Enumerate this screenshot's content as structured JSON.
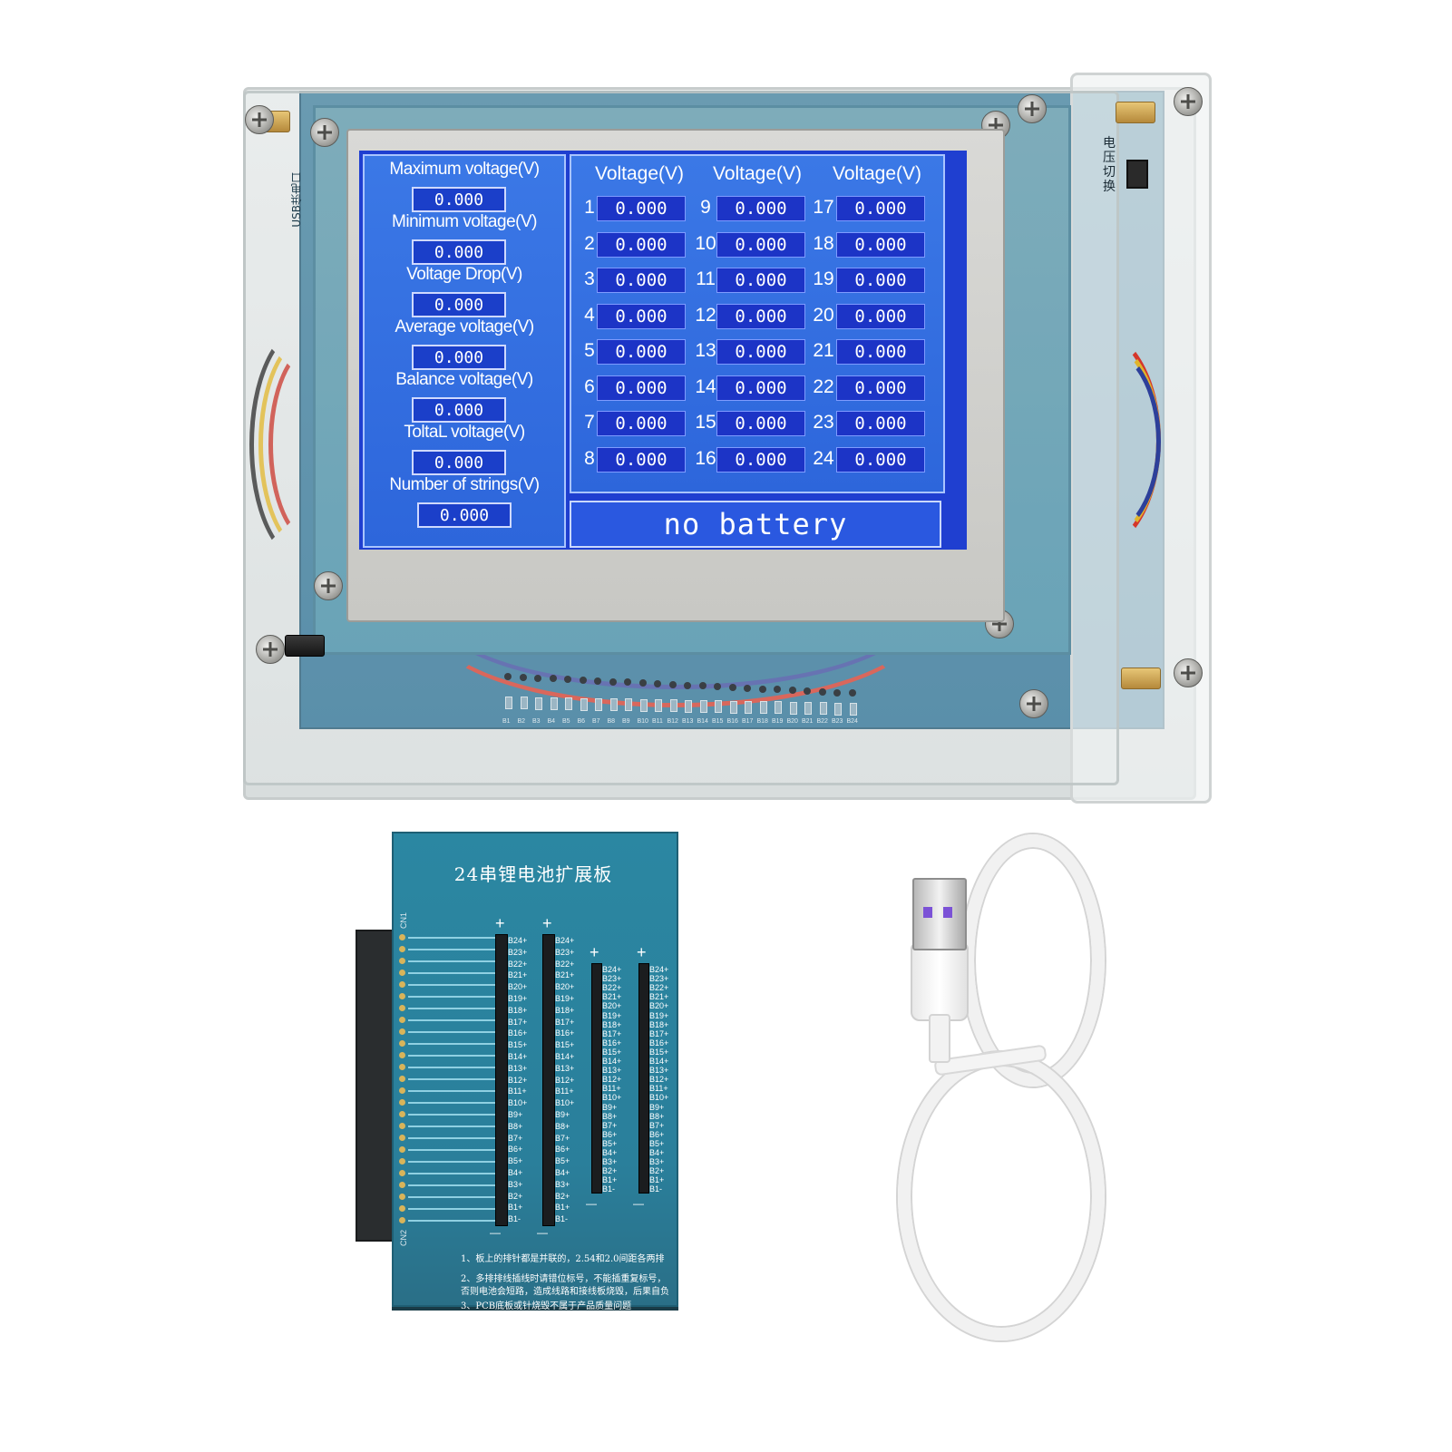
{
  "device": {
    "left_panel": {
      "stats": [
        {
          "label": "Maximum voltage(V)",
          "value": "0.000"
        },
        {
          "label": "Minimum voltage(V)",
          "value": "0.000"
        },
        {
          "label": "Voltage Drop(V)",
          "value": "0.000"
        },
        {
          "label": "Average voltage(V)",
          "value": "0.000"
        },
        {
          "label": "Balance voltage(V)",
          "value": "0.000"
        },
        {
          "label": "ToltaL voltage(V)",
          "value": "0.000"
        },
        {
          "label": "Number of strings(V)",
          "value": "0.000"
        }
      ]
    },
    "cell_panel": {
      "column_headers": [
        "Voltage(V)",
        "Voltage(V)",
        "Voltage(V)"
      ],
      "cells": [
        {
          "n": "1",
          "v": "0.000"
        },
        {
          "n": "2",
          "v": "0.000"
        },
        {
          "n": "3",
          "v": "0.000"
        },
        {
          "n": "4",
          "v": "0.000"
        },
        {
          "n": "5",
          "v": "0.000"
        },
        {
          "n": "6",
          "v": "0.000"
        },
        {
          "n": "7",
          "v": "0.000"
        },
        {
          "n": "8",
          "v": "0.000"
        },
        {
          "n": "9",
          "v": "0.000"
        },
        {
          "n": "10",
          "v": "0.000"
        },
        {
          "n": "11",
          "v": "0.000"
        },
        {
          "n": "12",
          "v": "0.000"
        },
        {
          "n": "13",
          "v": "0.000"
        },
        {
          "n": "14",
          "v": "0.000"
        },
        {
          "n": "15",
          "v": "0.000"
        },
        {
          "n": "16",
          "v": "0.000"
        },
        {
          "n": "17",
          "v": "0.000"
        },
        {
          "n": "18",
          "v": "0.000"
        },
        {
          "n": "19",
          "v": "0.000"
        },
        {
          "n": "20",
          "v": "0.000"
        },
        {
          "n": "21",
          "v": "0.000"
        },
        {
          "n": "22",
          "v": "0.000"
        },
        {
          "n": "23",
          "v": "0.000"
        },
        {
          "n": "24",
          "v": "0.000"
        }
      ]
    },
    "status": "no battery",
    "pin_labels": [
      "B1",
      "B2",
      "B3",
      "B4",
      "B5",
      "B6",
      "B7",
      "B8",
      "B9",
      "B10",
      "B11",
      "B12",
      "B13",
      "B14",
      "B15",
      "B16",
      "B17",
      "B18",
      "B19",
      "B20",
      "B21",
      "B22",
      "B23",
      "B24"
    ],
    "side_label": "电压切换",
    "usb_label": "USB供电口"
  },
  "expansion_board": {
    "title": "24串锂电池扩展板",
    "cn1": "CN1",
    "cn2": "CN2",
    "plus": "+",
    "minus": "—",
    "header_labels_a": [
      "B24+",
      "B23+",
      "B22+",
      "B21+",
      "B20+",
      "B19+",
      "B18+",
      "B17+",
      "B16+",
      "B15+",
      "B14+",
      "B13+",
      "B12+",
      "B11+",
      "B10+",
      "B9+",
      "B8+",
      "B7+",
      "B6+",
      "B5+",
      "B4+",
      "B3+",
      "B2+",
      "B1+",
      "B1-"
    ],
    "header_labels_b": [
      "B24+",
      "B23+",
      "B22+",
      "B21+",
      "B20+",
      "B19+",
      "B18+",
      "B17+",
      "B16+",
      "B15+",
      "B14+",
      "B13+",
      "B12+",
      "B11+",
      "B10+",
      "B9+",
      "B8+",
      "B7+",
      "B6+",
      "B5+",
      "B4+",
      "B3+",
      "B2+",
      "B1+",
      "B1-"
    ],
    "notes": [
      "1、板上的排针都是并联的，2.54和2.0间距各两排",
      "2、多排排线插线时请错位标号，不能插重复标号，",
      "否则电池会短路，造成线路和接线板烧毁，后果自负",
      "3、PCB底板或针烧毁不属于产品质量问题"
    ]
  },
  "colors": {
    "screen_blue": "#2d66db",
    "cell_box_blue": "#1c34c6",
    "pcb_teal": "#2b87a2",
    "cable_white": "#f1f1f1",
    "brass": "#c99d4a"
  }
}
